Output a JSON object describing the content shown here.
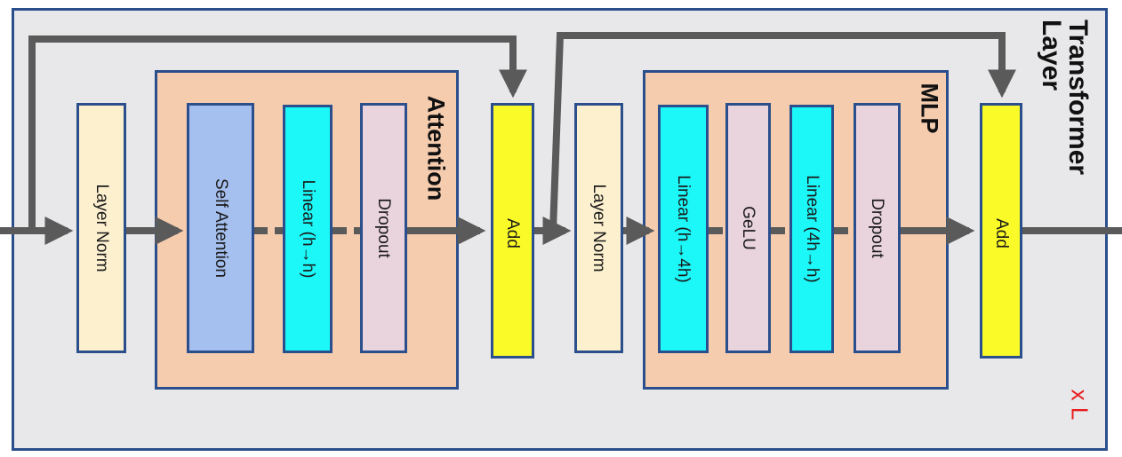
{
  "diagram": {
    "frame_title": "Transformer Layer",
    "repeat_label": "x L",
    "groups": {
      "attention_title": "Attention",
      "mlp_title": "MLP"
    },
    "blocks": {
      "layer_norm_1": "Layer Norm",
      "self_attention": "Self Attention",
      "linear_h_h": "Linear (h→h)",
      "dropout_1": "Dropout",
      "add_1": "Add",
      "layer_norm_2": "Layer Norm",
      "linear_h_4h": "Linear (h→4h)",
      "gelu": "GeLU",
      "linear_4h_h": "Linear (4h→h)",
      "dropout_2": "Dropout",
      "add_2": "Add"
    },
    "colors": {
      "frame_bg": "#e8e8ea",
      "border": "#2b4f8c",
      "group_bg": "#f6ccae",
      "layer_norm": "#fdf0cf",
      "self_attention": "#a5bfee",
      "linear": "#1cf7f7",
      "dropout_gelu": "#e9d3dd",
      "add": "#fafa28",
      "arrows": "#5a5a5a",
      "repeat_label": "#e81c1c"
    }
  }
}
